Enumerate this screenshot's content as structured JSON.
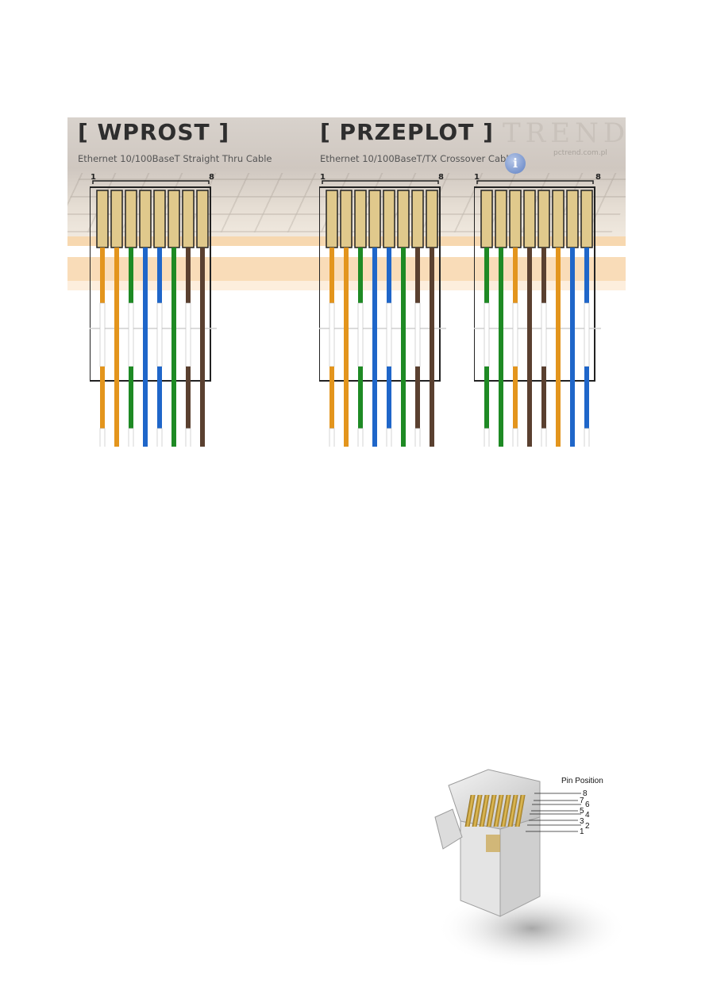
{
  "diagram": {
    "straight": {
      "title": "[ WPROST ]",
      "subtitle": "Ethernet 10/100BaseT Straight Thru Cable",
      "pin_first": "1",
      "pin_last": "8",
      "wires": [
        "white-orange",
        "orange",
        "white-green",
        "blue",
        "white-blue",
        "green",
        "white-brown",
        "brown"
      ]
    },
    "crossover": {
      "title": "[ PRZEPLOT ]",
      "subtitle": "Ethernet 10/100BaseT/TX Crossover Cable",
      "left": {
        "pin_first": "1",
        "pin_last": "8",
        "wires": [
          "white-orange",
          "orange",
          "white-green",
          "blue",
          "white-blue",
          "green",
          "white-brown",
          "brown"
        ]
      },
      "right": {
        "pin_first": "1",
        "pin_last": "8",
        "wires": [
          "white-green",
          "green",
          "white-orange",
          "brown",
          "white-brown",
          "orange",
          "blue",
          "white-blue"
        ]
      }
    },
    "brand": {
      "name": "TREND",
      "url": "pctrend.com.pl"
    }
  },
  "plug": {
    "title": "Pin Position",
    "pins": [
      "8",
      "7",
      "6",
      "5",
      "4",
      "3",
      "2",
      "1"
    ]
  },
  "colors": {
    "orange": "#e3951d",
    "green": "#1e8a24",
    "blue": "#1f66c9",
    "brown": "#5a4030",
    "white": "#ffffff",
    "contact": "#e0c98c"
  }
}
